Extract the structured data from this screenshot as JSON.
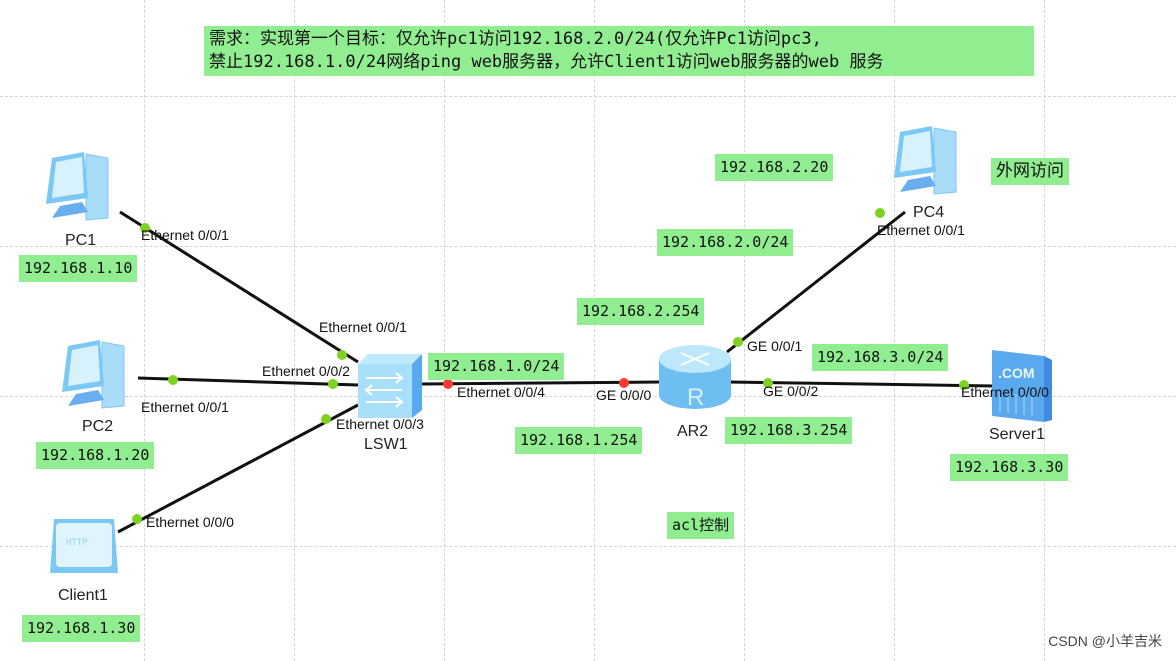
{
  "requirement": {
    "line1": "需求：实现第一个目标：仅允许pc1访问192.168.2.0/24(仅允许Pc1访问pc3,",
    "line2": "禁止192.168.1.0/24网络ping web服务器，允许Client1访问web服务器的web 服务"
  },
  "devices": {
    "pc1": {
      "name": "PC1",
      "ip": "192.168.1.10",
      "port": "Ethernet 0/0/1"
    },
    "pc2": {
      "name": "PC2",
      "ip": "192.168.1.20",
      "port": "Ethernet 0/0/1"
    },
    "client1": {
      "name": "Client1",
      "ip": "192.168.1.30",
      "port": "Ethernet 0/0/0",
      "screen_text": "HTTP"
    },
    "lsw1": {
      "name": "LSW1",
      "ports": [
        "Ethernet 0/0/1",
        "Ethernet 0/0/2",
        "Ethernet 0/0/3",
        "Ethernet 0/0/4"
      ]
    },
    "ar2": {
      "name": "AR2",
      "ports": [
        "GE 0/0/0",
        "GE 0/0/1",
        "GE 0/0/2"
      ],
      "glyph": "R"
    },
    "pc4": {
      "name": "PC4",
      "ip": "192.168.2.20",
      "port": "Ethernet 0/0/1",
      "note": "外网访问"
    },
    "server1": {
      "name": "Server1",
      "ip": "192.168.3.30",
      "port": "Ethernet 0/0/0",
      "glyph": ".COM"
    }
  },
  "networks": {
    "net1": "192.168.1.0/24",
    "net2": "192.168.2.0/24",
    "net3": "192.168.3.0/24",
    "gw1": "192.168.1.254",
    "gw2": "192.168.2.254",
    "gw3": "192.168.3.254"
  },
  "acl_note": "acl控制",
  "watermark": "CSDN @小羊吉米",
  "colors": {
    "label_bg": "#90ee90",
    "port_up": "#7ed321",
    "port_down": "#ff3b30",
    "device": "#7cc8f5"
  }
}
